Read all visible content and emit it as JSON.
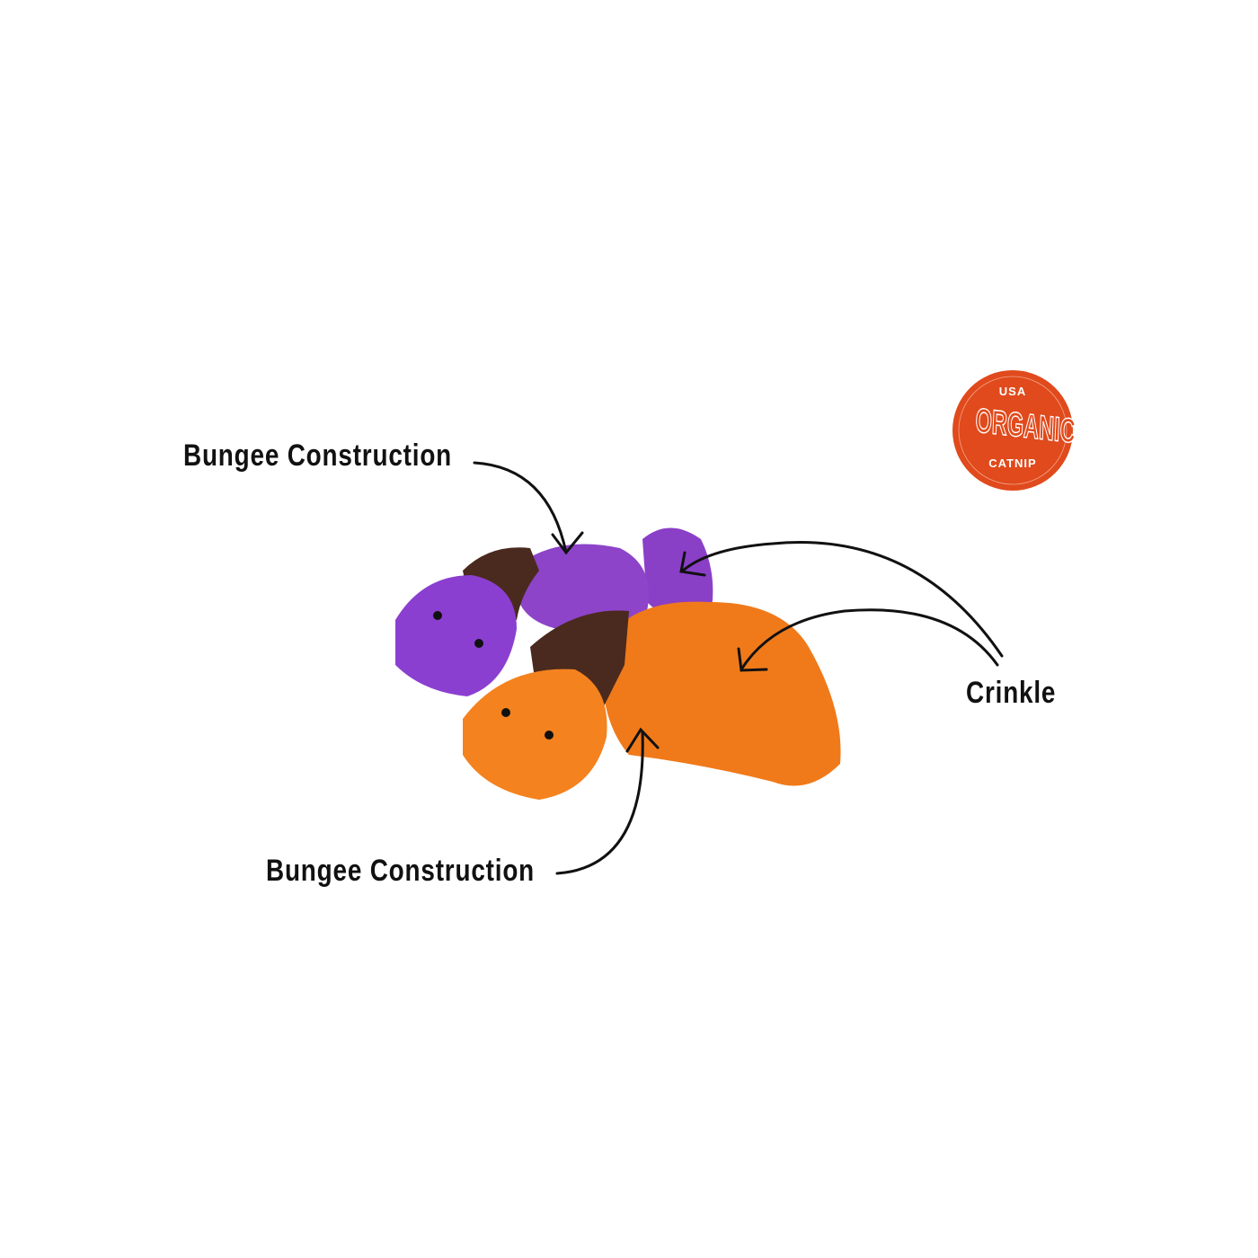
{
  "callouts": {
    "top_left": "Bungee Construction",
    "bottom_left": "Bungee Construction",
    "right": "Crinkle"
  },
  "badge": {
    "top": "USA",
    "middle": "ORGANIC",
    "bottom": "CATNIP",
    "color": "#e04a1c"
  },
  "colors": {
    "purple": "#8a3fc7",
    "orange": "#f07a1a",
    "brown": "#4a2a1e"
  }
}
